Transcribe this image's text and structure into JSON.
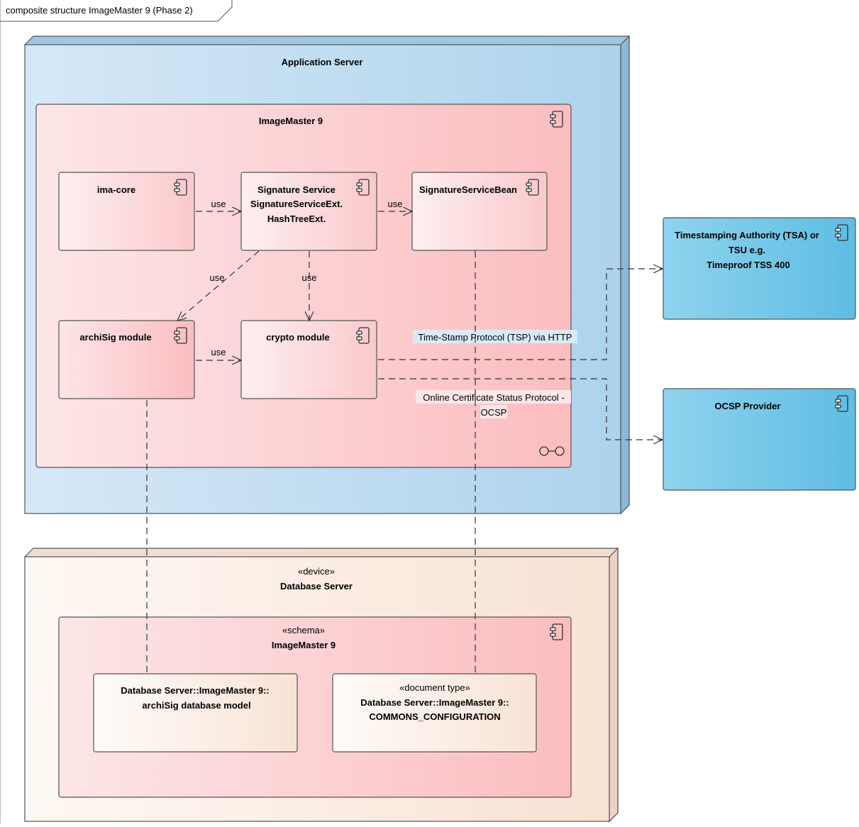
{
  "frame": {
    "title": "composite structure ImageMaster 9 (Phase 2)"
  },
  "app_server": {
    "title": "Application Server",
    "imagemaster": {
      "title": "ImageMaster 9",
      "components": {
        "ima_core": "ima-core",
        "signature_service": [
          "Signature Service",
          "SignatureServiceExt.",
          "HashTreeExt."
        ],
        "signature_bean": "SignatureServiceBean",
        "archisig": "archiSig module",
        "crypto": "crypto module"
      }
    }
  },
  "edges": {
    "use": "use",
    "tsp": "Time-Stamp Protocol (TSP) via HTTP",
    "ocsp": [
      "Online Certificate Status Protocol -",
      "OCSP"
    ]
  },
  "tsa": {
    "lines": [
      "Timestamping Authority  (TSA)  or",
      "TSU  e.g.",
      "Timeproof TSS 400"
    ]
  },
  "ocsp_provider": {
    "title": "OCSP Provider"
  },
  "db_server": {
    "stereotype": "«device»",
    "title": "Database Server",
    "schema": {
      "stereotype": "«schema»",
      "title": "ImageMaster 9",
      "archisig_model": [
        "Database Server::ImageMaster 9::",
        "archiSig database model"
      ],
      "commons_config": {
        "stereotype": "«document type»",
        "lines": [
          "Database Server::ImageMaster 9::",
          "COMMONS_CONFIGURATION"
        ]
      }
    }
  },
  "colors": {
    "app_server": "#bcd8ee",
    "component_pink": "#fcd0d2",
    "tsa_blue": "#74c6e6",
    "db_server": "#fbeae0"
  }
}
